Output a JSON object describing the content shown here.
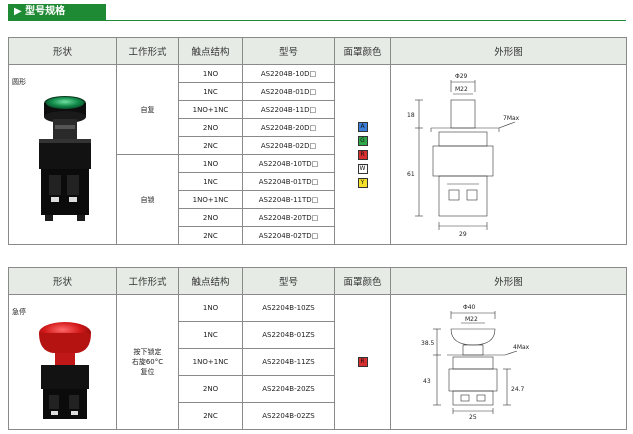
{
  "section_title": "▶ 型号规格",
  "headers": [
    "形状",
    "工作形式",
    "触点结构",
    "型号",
    "面罩颜色",
    "外形图"
  ],
  "table1": {
    "shape_name": "圆形",
    "modes": [
      "自复",
      "自锁"
    ],
    "contacts": [
      "1NO",
      "1NC",
      "1NO+1NC",
      "2NO",
      "2NC",
      "1NO",
      "1NC",
      "1NO+1NC",
      "2NO",
      "2NC"
    ],
    "models": [
      "AS2204B-10D□",
      "AS2204B-01D□",
      "AS2204B-11D□",
      "AS2204B-20D□",
      "AS2204B-02D□",
      "AS2204B-10TD□",
      "AS2204B-01TD□",
      "AS2204B-11TD□",
      "AS2204B-20TD□",
      "AS2204B-02TD□"
    ],
    "colors": [
      {
        "letter": "A",
        "hex": "#3c7fd8"
      },
      {
        "letter": "G",
        "hex": "#2fa84a"
      },
      {
        "letter": "R",
        "hex": "#d83030"
      },
      {
        "letter": "W",
        "hex": "#ffffff"
      },
      {
        "letter": "Y",
        "hex": "#f2e02a"
      }
    ],
    "dims": {
      "d1": "Φ29",
      "d2": "M22",
      "h1": "18",
      "h2": "61",
      "w": "29",
      "gap": "7Max"
    }
  },
  "table2": {
    "shape_name": "急停",
    "mode_lines": [
      "按下锁定",
      "右旋60°C",
      "复位"
    ],
    "contacts": [
      "1NO",
      "1NC",
      "1NO+1NC",
      "2NO",
      "2NC"
    ],
    "models": [
      "AS2204B-10ZS",
      "AS2204B-01ZS",
      "AS2204B-11ZS",
      "AS2204B-20ZS",
      "AS2204B-02ZS"
    ],
    "colors": [
      {
        "letter": "R",
        "hex": "#d83030"
      }
    ],
    "dims": {
      "d1": "Φ40",
      "d2": "M22",
      "h1": "38.5",
      "h2": "43",
      "w": "25",
      "gap": "4Max",
      "h3": "24.7"
    }
  },
  "accent": "#1f8a34"
}
